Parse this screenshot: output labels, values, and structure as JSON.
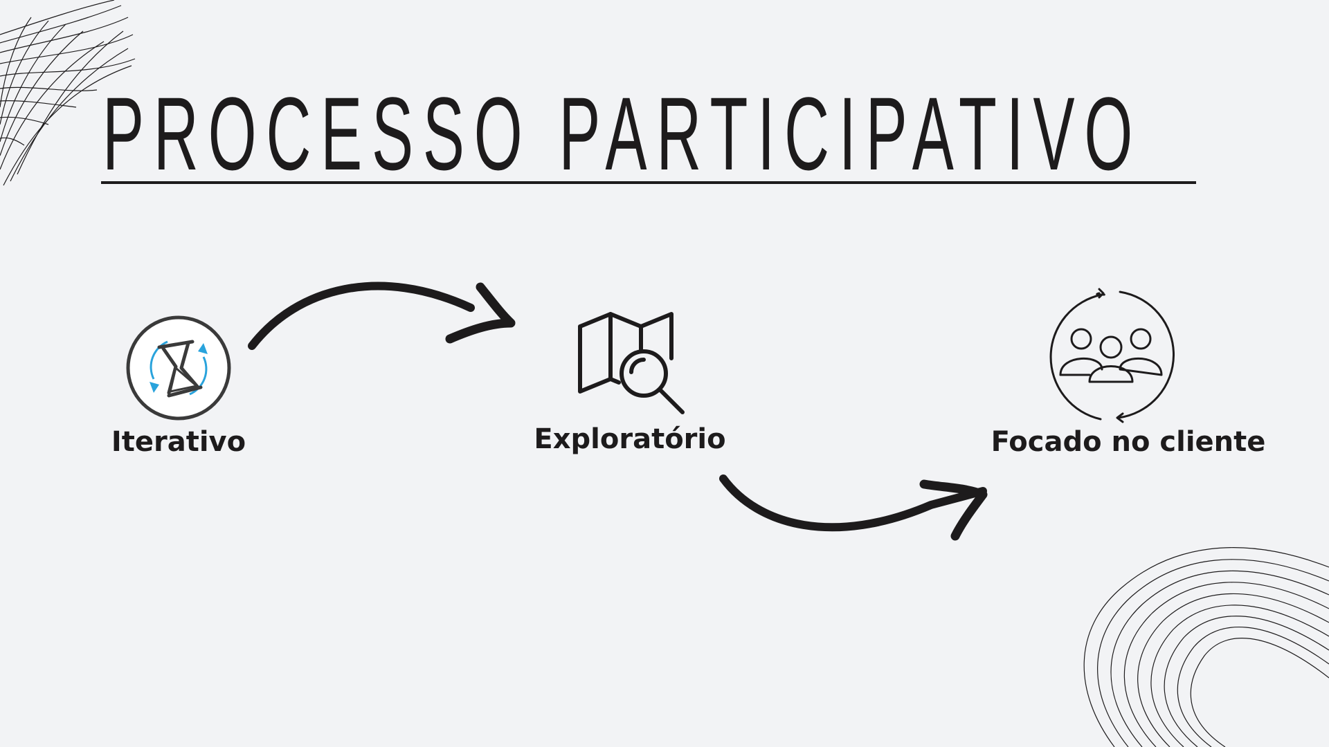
{
  "title": "PROCESSO PARTICIPATIVO",
  "steps": [
    {
      "label": "Iterativo",
      "icon": "hourglass-cycle-icon"
    },
    {
      "label": "Exploratório",
      "icon": "map-search-icon"
    },
    {
      "label": "Focado no cliente",
      "icon": "group-cycle-icon"
    }
  ],
  "colors": {
    "background": "#f2f3f5",
    "ink": "#1d1b1c",
    "accent": "#29a3dc"
  }
}
